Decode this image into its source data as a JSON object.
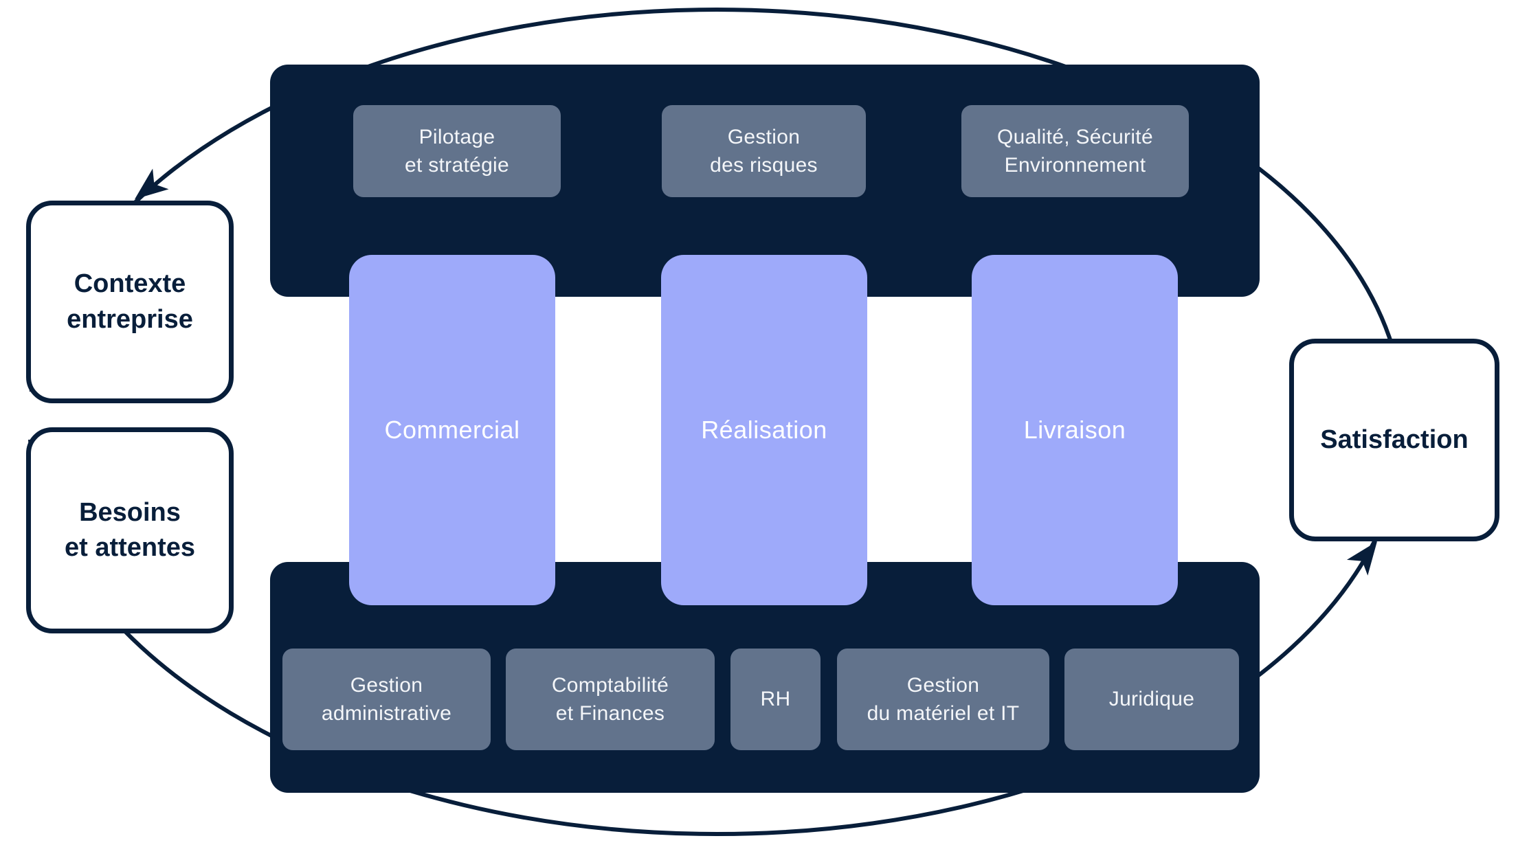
{
  "colors": {
    "navy": "#081E3A",
    "purple": "#9EAAFA",
    "gray": "#62738C",
    "white": "#FFFFFF",
    "text_light": "#F4F6F9"
  },
  "inputs": {
    "items": [
      {
        "label": "Contexte\nentreprise"
      },
      {
        "label": "Besoins\net attentes"
      }
    ]
  },
  "bands": {
    "management": {
      "items": [
        {
          "label": "Pilotage\net stratégie"
        },
        {
          "label": "Gestion\ndes risques"
        },
        {
          "label": "Qualité, Sécurité\nEnvironnement"
        }
      ]
    },
    "support": {
      "items": [
        {
          "label": "Gestion\nadministrative"
        },
        {
          "label": "Comptabilité\net Finances"
        },
        {
          "label": "RH"
        },
        {
          "label": "Gestion\ndu matériel et IT"
        },
        {
          "label": "Juridique"
        }
      ]
    }
  },
  "core_processes": {
    "items": [
      {
        "label": "Commercial"
      },
      {
        "label": "Réalisation"
      },
      {
        "label": "Livraison"
      }
    ]
  },
  "outputs": {
    "items": [
      {
        "label": "Satisfaction"
      }
    ]
  }
}
